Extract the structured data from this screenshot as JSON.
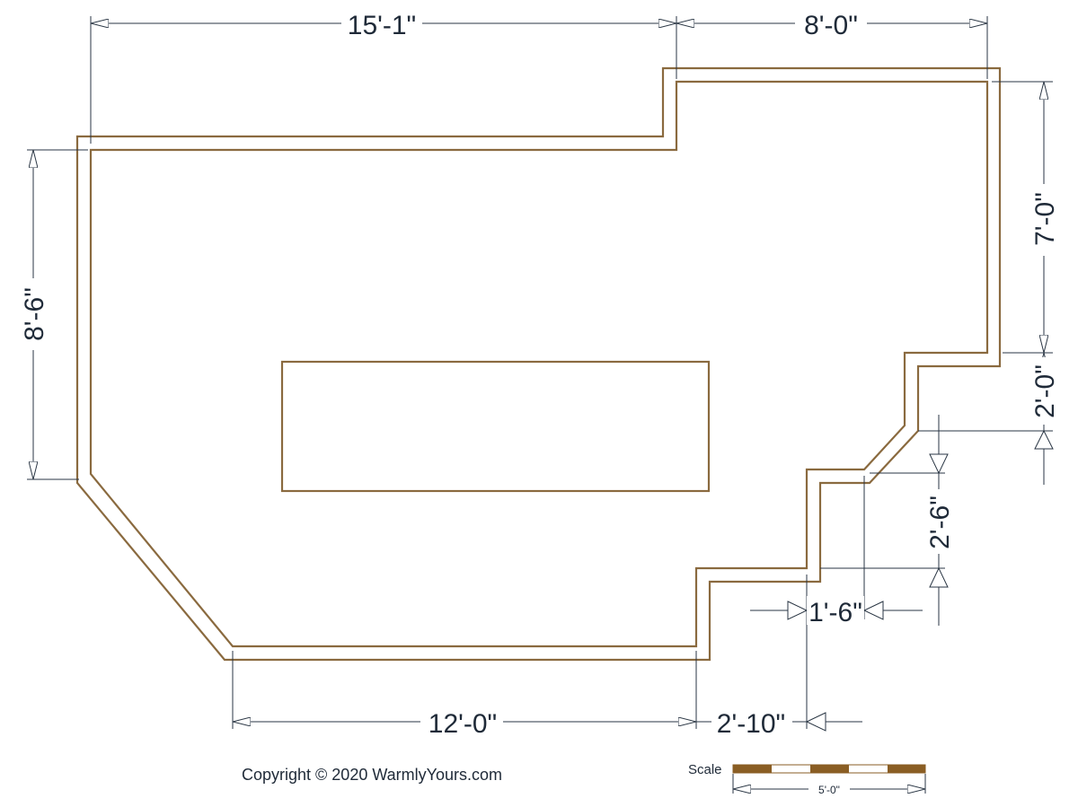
{
  "colors": {
    "wall": "#8a6a3f",
    "dimension": "#2a3644",
    "text": "#1f2a38",
    "scale_dark": "#8a5e24"
  },
  "dimensions": {
    "top_left": "15'-1\"",
    "top_right": "8'-0\"",
    "left": "8'-6\"",
    "right_upper": "7'-0\"",
    "right_lower": "2'-0\"",
    "step_vertical": "2'-6\"",
    "step_horizontal": "1'-6\"",
    "bottom_left": "12'-0\"",
    "bottom_right": "2'-10\""
  },
  "copyright": "Copyright © 2020 WarmlyYours.com",
  "scale": {
    "label": "Scale",
    "length": "5'-0\""
  }
}
